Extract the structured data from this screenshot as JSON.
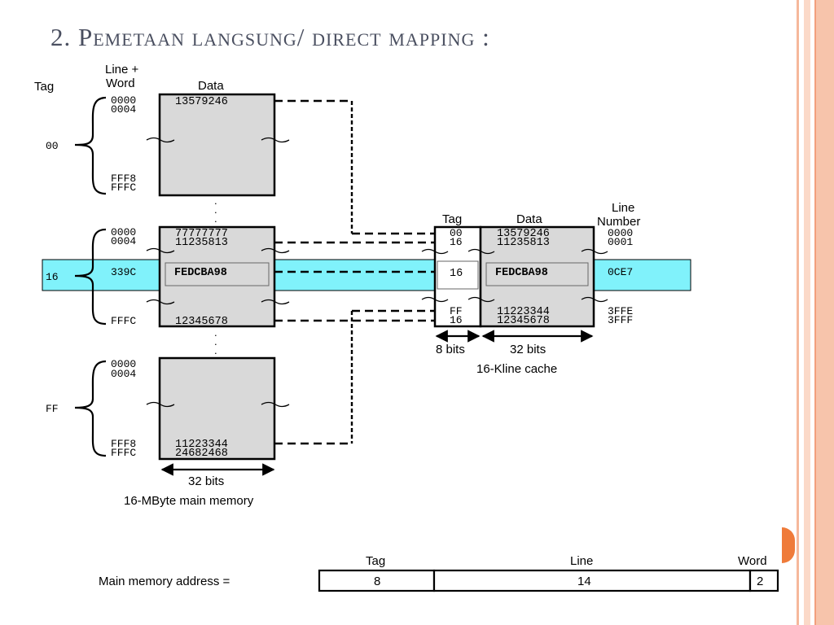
{
  "slide": {
    "title": "2. Pemetaan langsung/ direct mapping :",
    "stripe_colors": [
      "#f6b89b",
      "#fbd9c8",
      "#f2a07e"
    ],
    "accent_dot_color": "#ef7b3a"
  },
  "main_memory": {
    "header_tag": "Tag",
    "header_lineword_1": "Line +",
    "header_lineword_2": "Word",
    "header_data": "Data",
    "groups": [
      {
        "tag": "00",
        "addr_top1": "0000",
        "addr_top2": "0004",
        "data_top": "13579246",
        "addr_bot1": "FFF8",
        "addr_bot2": "FFFC"
      },
      {
        "tag": "16",
        "addr_top1": "0000",
        "addr_top2": "0004",
        "data_top1": "77777777",
        "data_top2": "11235813",
        "addr_mid": "339C",
        "data_mid": "FEDCBA98",
        "addr_bot": "FFFC",
        "data_bot": "12345678"
      },
      {
        "tag": "FF",
        "addr_top1": "0000",
        "addr_top2": "0004",
        "addr_bot1": "FFF8",
        "addr_bot2": "FFFC",
        "data_bot1": "11223344",
        "data_bot2": "24682468"
      }
    ],
    "width_label": "32 bits",
    "caption": "16-MByte main memory"
  },
  "cache": {
    "header_tag": "Tag",
    "header_data": "Data",
    "header_line_1": "Line",
    "header_line_2": "Number",
    "rows": [
      {
        "tag": "00",
        "data": "13579246",
        "line": "0000"
      },
      {
        "tag": "16",
        "data": "11235813",
        "line": "0001"
      },
      {
        "tag": "16",
        "data": "FEDCBA98",
        "line": "0CE7"
      },
      {
        "tag": "FF",
        "data": "11223344",
        "line": "3FFE"
      },
      {
        "tag": "16",
        "data": "12345678",
        "line": "3FFF"
      }
    ],
    "tag_width_label": "8 bits",
    "data_width_label": "32 bits",
    "caption": "16-Kline cache"
  },
  "highlight_color": "#80f2fb",
  "address_format": {
    "label": "Main memory address =",
    "fields": [
      {
        "name": "Tag",
        "bits": "8"
      },
      {
        "name": "Line",
        "bits": "14"
      },
      {
        "name": "Word",
        "bits": "2"
      }
    ]
  }
}
